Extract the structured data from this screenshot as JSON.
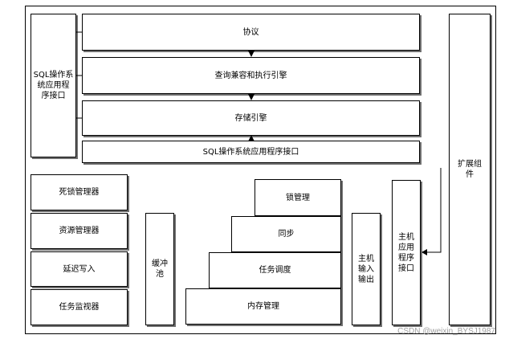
{
  "diagram": {
    "left_interface": "SQL操作系\n统应用程\n序接口",
    "layers": [
      "协议",
      "查询兼容和执行引擎",
      "存储引擎",
      "SQL操作系统应用程序接口"
    ],
    "managers": [
      "死锁管理器",
      "资源管理器",
      "延迟写入",
      "任务监视器"
    ],
    "buffer_pool": "缓冲\n池",
    "stairs": [
      "锁管理",
      "同步",
      "任务调度",
      "内存管理"
    ],
    "host_io": "主机\n输入\n输出",
    "host_api": "主机\n应用\n程序\n接口",
    "extension": "扩展组\n件"
  },
  "watermark": "CSDN @weixin_BYSJ1987"
}
